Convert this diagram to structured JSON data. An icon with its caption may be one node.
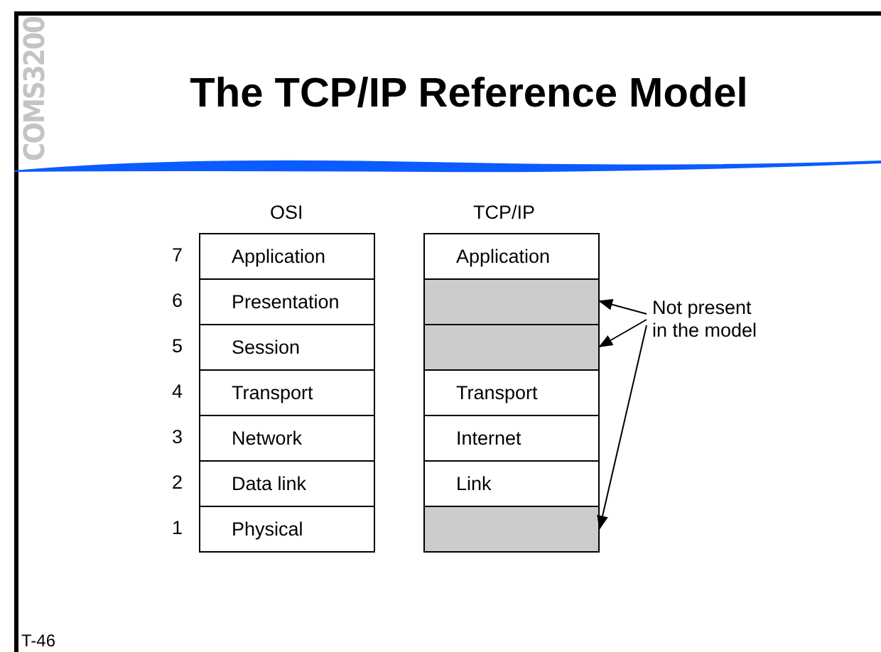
{
  "diagram": {
    "title": "The TCP/IP Reference Model",
    "nodes": [
      {
        "text": [
          "Application"
        ]
      },
      {
        "text": [
          "Presentation"
        ]
      },
      {
        "text": [
          "Session"
        ]
      },
      {
        "text": [
          "Transport"
        ]
      },
      {
        "text": [
          "Network"
        ]
      },
      {
        "text": [
          "Data link"
        ]
      },
      {
        "text": [
          "Physical"
        ]
      },
      {
        "text": [
          "Application"
        ]
      },
      {
        "text": [],
        "shape": "box"
      },
      {
        "text": [],
        "shape": "box"
      },
      {
        "text": [
          "Transport"
        ]
      },
      {
        "text": [
          "Internet"
        ]
      },
      {
        "text": [
          "Link"
        ]
      },
      {
        "text": [],
        "shape": "box"
      },
      {
        "text": [
          "Not present in the model"
        ]
      }
    ],
    "edges": [
      {
        "from": 14,
        "to": 8,
        "arrow": "to"
      },
      {
        "from": 14,
        "to": 9,
        "arrow": "to"
      },
      {
        "from": 14,
        "to": 13,
        "arrow": "to"
      }
    ],
    "labels": [
      "COMS3200",
      "OSI",
      "TCP/IP",
      "7",
      "6",
      "5",
      "4",
      "3",
      "2",
      "1",
      "T-46"
    ]
  }
}
